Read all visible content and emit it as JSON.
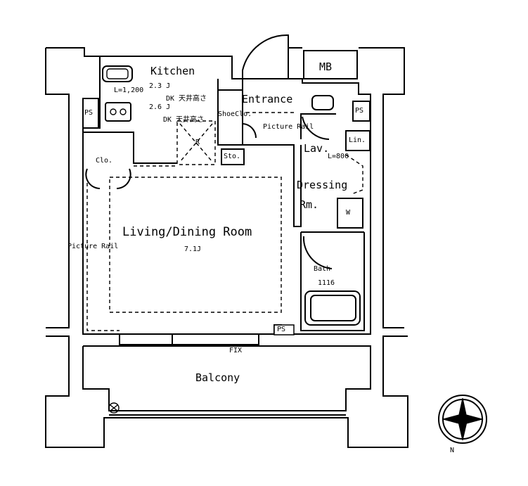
{
  "rooms": {
    "kitchen": "Kitchen",
    "kitchen_size_1": "2.3 J",
    "kitchen_size_2": "2.6 J",
    "kitchen_l": "L=1,200",
    "ceiling_note_1": "DK 天井高さ",
    "ceiling_note_2": "DK 天井高さ",
    "r_mark": "R",
    "clo": "Clo.",
    "sto": "Sto.",
    "entrance": "Entrance",
    "shoe_clo": "ShoeClo.",
    "picture_rail_entrance": "Picture Rail",
    "mb": "MB",
    "ps_left": "PS",
    "ps_right": "PS",
    "ps_bottom": "PS",
    "lav": "Lav.",
    "lin": "Lin.",
    "lav_l": "L=800",
    "dressing_1": "Dressing",
    "dressing_2": "Rm.",
    "w_mark": "W",
    "living": "Living/Dining Room",
    "living_size": "7.1J",
    "picture_rail_living": "Picture Rail",
    "bath": "Bath",
    "bath_size": "1116",
    "fix": "FIX",
    "balcony": "Balcony",
    "compass_n": "N"
  }
}
